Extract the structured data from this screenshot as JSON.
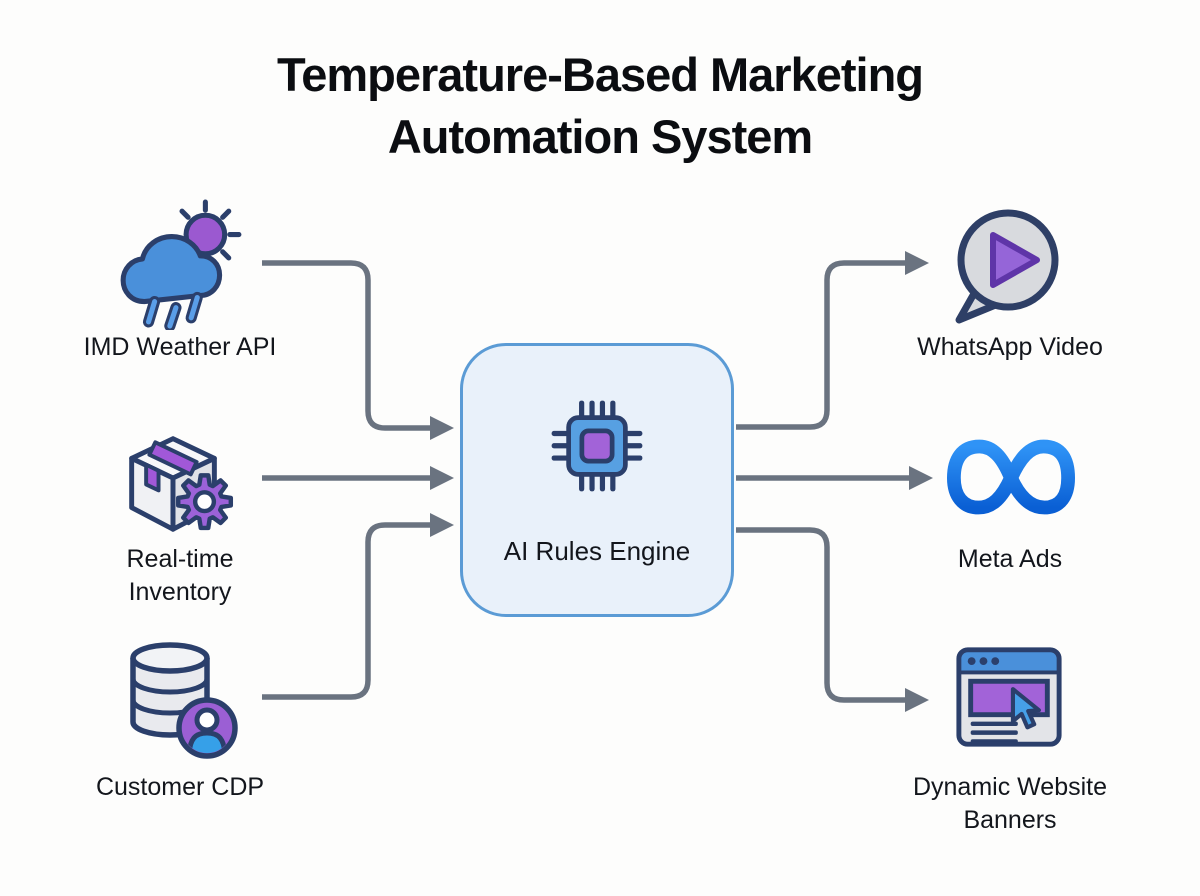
{
  "title": "Temperature-Based Marketing\nAutomation System",
  "center": {
    "label": "AI Rules Engine",
    "icon": "cpu-chip-icon"
  },
  "inputs": [
    {
      "id": "weather",
      "label": "IMD Weather API",
      "icon": "weather-cloud-sun-icon"
    },
    {
      "id": "inventory",
      "label": "Real-time\nInventory",
      "icon": "inventory-box-gear-icon"
    },
    {
      "id": "cdp",
      "label": "Customer CDP",
      "icon": "database-user-icon"
    }
  ],
  "outputs": [
    {
      "id": "whatsapp",
      "label": "WhatsApp Video",
      "icon": "video-message-bubble-icon"
    },
    {
      "id": "meta",
      "label": "Meta Ads",
      "icon": "meta-logo-icon"
    },
    {
      "id": "banners",
      "label": "Dynamic Website\nBanners",
      "icon": "browser-banner-cursor-icon"
    }
  ],
  "edges": [
    {
      "from": "IMD Weather API",
      "to": "AI Rules Engine"
    },
    {
      "from": "Real-time Inventory",
      "to": "AI Rules Engine"
    },
    {
      "from": "Customer CDP",
      "to": "AI Rules Engine"
    },
    {
      "from": "AI Rules Engine",
      "to": "WhatsApp Video"
    },
    {
      "from": "AI Rules Engine",
      "to": "Meta Ads"
    },
    {
      "from": "AI Rules Engine",
      "to": "Dynamic Website Banners"
    }
  ],
  "colors": {
    "background": "#fdfdfc",
    "outline_navy": "#2b3f6b",
    "icon_blue": "#4a90da",
    "icon_purple": "#9c62d8",
    "icon_gray": "#e2e3e8",
    "connector_gray": "#6a7380",
    "box_fill": "#e9f1fa",
    "box_border": "#5b9bd5",
    "meta_blue": "#1877f2"
  }
}
